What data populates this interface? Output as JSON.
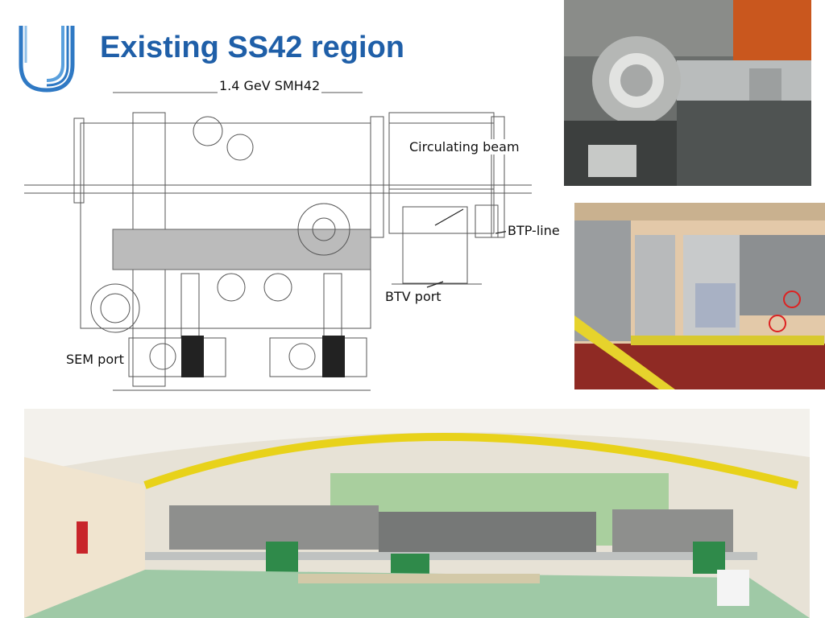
{
  "slide": {
    "title": "Existing SS42 region",
    "logo_icon": "university-logo-icon"
  },
  "drawing": {
    "caption_top": "1.4 GeV SMH42",
    "labels": {
      "circulating_beam": "Circulating beam",
      "btp_line": "BTP-line",
      "btv_port": "BTV port",
      "sem_port": "SEM port"
    }
  },
  "photos": [
    {
      "name": "photo-vacuum-chamber-closeup"
    },
    {
      "name": "photo-beamline-equipment"
    },
    {
      "name": "photo-ring-tunnel-panorama"
    }
  ],
  "colors": {
    "title": "#1f5fa8",
    "logo_blue": "#2f79c4",
    "tunnel_yellow": "#e8d21a",
    "floor_green": "#9fc9a6"
  }
}
